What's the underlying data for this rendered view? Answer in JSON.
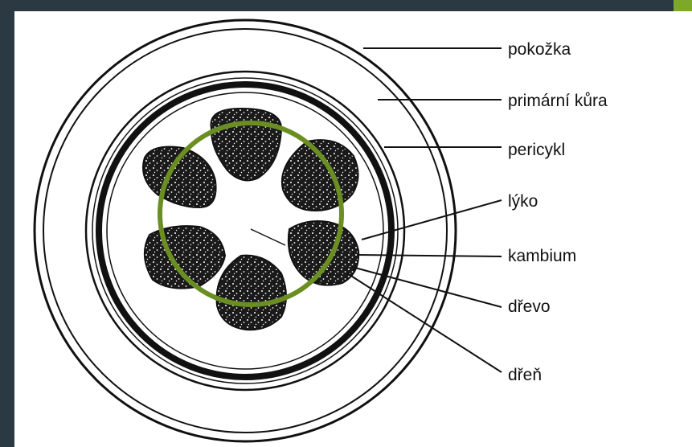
{
  "labels": {
    "pokozka": "pokožka",
    "primarni_kura": "primární kůra",
    "pericykl": "pericykl",
    "lyko": "lýko",
    "kambium": "kambium",
    "drevo": "dřevo",
    "dren": "dřeň"
  },
  "colors": {
    "background_dark": "#2b3a42",
    "accent_green": "#6b8e23",
    "ink": "#111111"
  }
}
